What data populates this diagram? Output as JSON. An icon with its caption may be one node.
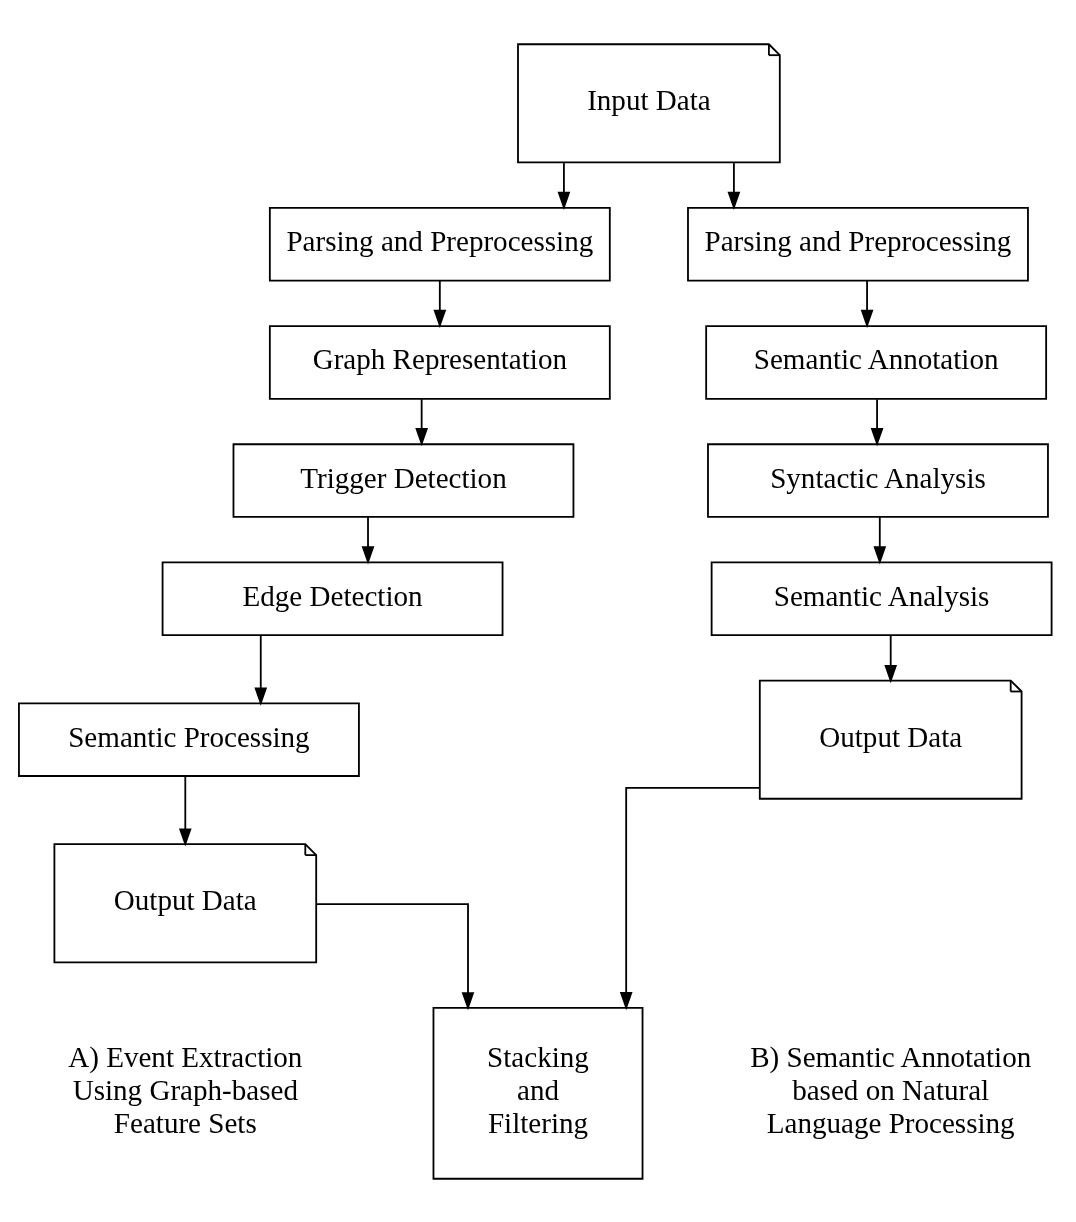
{
  "diagram": {
    "nodes": [
      {
        "text": [
          "Input Data"
        ]
      },
      {
        "text": [
          "Parsing and Preprocessing"
        ]
      },
      {
        "text": [
          "Graph Representation"
        ]
      },
      {
        "text": [
          "Trigger Detection"
        ]
      },
      {
        "text": [
          "Edge Detection"
        ]
      },
      {
        "text": [
          "Semantic Processing"
        ]
      },
      {
        "text": [
          "Output Data"
        ]
      },
      {
        "text": [
          "Parsing and Preprocessing"
        ]
      },
      {
        "text": [
          "Semantic Annotation"
        ]
      },
      {
        "text": [
          "Syntactic Analysis"
        ]
      },
      {
        "text": [
          "Semantic Analysis"
        ]
      },
      {
        "text": [
          "Output Data"
        ]
      },
      {
        "text": [
          "Stacking and Filtering"
        ]
      }
    ],
    "edges": [
      {
        "from": 0,
        "to": 1,
        "arrow": "to"
      },
      {
        "from": 0,
        "to": 7,
        "arrow": "to"
      },
      {
        "from": 1,
        "to": 2,
        "arrow": "to"
      },
      {
        "from": 2,
        "to": 3,
        "arrow": "to"
      },
      {
        "from": 3,
        "to": 4,
        "arrow": "to"
      },
      {
        "from": 4,
        "to": 5,
        "arrow": "to"
      },
      {
        "from": 5,
        "to": 6,
        "arrow": "to"
      },
      {
        "from": 7,
        "to": 8,
        "arrow": "to"
      },
      {
        "from": 8,
        "to": 9,
        "arrow": "to"
      },
      {
        "from": 9,
        "to": 10,
        "arrow": "to"
      },
      {
        "from": 10,
        "to": 11,
        "arrow": "to"
      },
      {
        "from": 6,
        "to": 12,
        "arrow": "to"
      },
      {
        "from": 11,
        "to": 12,
        "arrow": "to"
      }
    ],
    "labels": [
      "A) Event Extraction Using Graph-based Feature Sets",
      "B) Semantic Annotation based on Natural Language Processing"
    ]
  }
}
